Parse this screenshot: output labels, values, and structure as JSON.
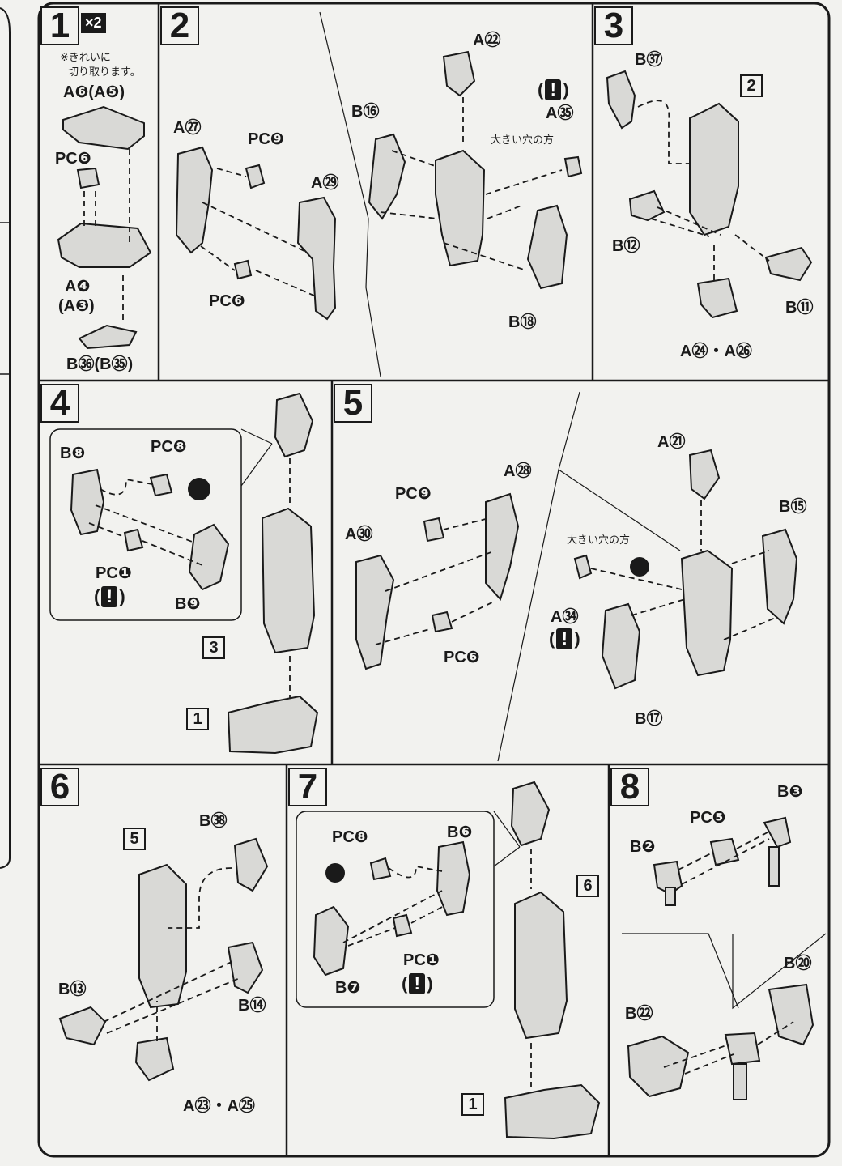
{
  "steps": {
    "s1": "1",
    "s2": "2",
    "s3": "3",
    "s4": "4",
    "s5": "5",
    "s6": "6",
    "s7": "7",
    "s8": "8"
  },
  "badge_x2": "×2",
  "notes": {
    "clean_cut_1": "※きれいに",
    "clean_cut_2": "切り取ります。",
    "big_hole": "大きい穴の方"
  },
  "warn_mark": "!",
  "panel1": {
    "a6": "A❻(A❺)",
    "pcc": "PC❻",
    "a4": "A❹",
    "a3": "(A❸)",
    "b36": "B㊱(B㉟)"
  },
  "panel2": {
    "a27": "A㉗",
    "pcj": "PC❾",
    "a29": "A㉙",
    "pcf": "PC❻",
    "a22": "A㉒",
    "b16": "B⑯",
    "a35": "A㉟",
    "b18": "B⑱"
  },
  "panel3": {
    "b37": "B㊲",
    "ref2": "2",
    "b12": "B⑫",
    "b11": "B⑪",
    "a24": "A㉔・A㉖"
  },
  "panel4": {
    "b8": "B❽",
    "pcb": "PC❽",
    "pci": "PC❶",
    "b9": "B❾",
    "ref3": "3",
    "ref1": "1"
  },
  "panel5": {
    "pcj": "PC❾",
    "a28": "A㉘",
    "a30": "A㉚",
    "pcf": "PC❻",
    "a21": "A㉑",
    "b15": "B⑮",
    "a34": "A㉞",
    "b17": "B⑰"
  },
  "panel6": {
    "ref5": "5",
    "b38": "B㊳",
    "b13": "B⑬",
    "b14": "B⑭",
    "a23": "A㉓・A㉕"
  },
  "panel7": {
    "pcb": "PC❽",
    "b6": "B❻",
    "pci": "PC❶",
    "b7": "B❼",
    "ref6": "6",
    "ref1": "1"
  },
  "panel8": {
    "b3": "B❸",
    "pce": "PC❺",
    "b2": "B❷",
    "b20": "B⑳",
    "b22": "B㉒"
  },
  "colors": {
    "ink": "#1a1a1a",
    "paper": "#f2f2ef",
    "part": "#d9d9d6"
  }
}
